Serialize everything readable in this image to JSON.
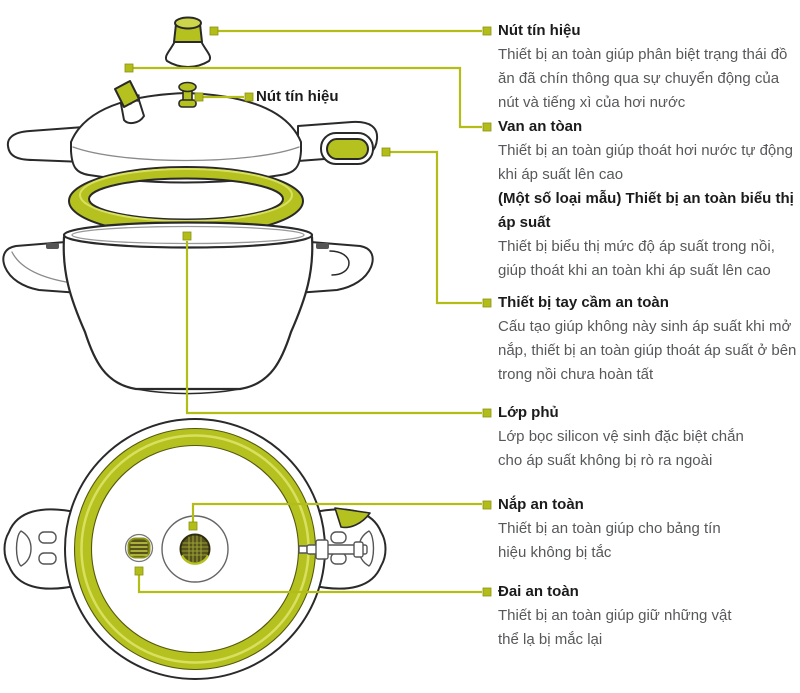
{
  "colors": {
    "accent_green": "#b4c11e",
    "light_green": "#cdd64a",
    "outline": "#2a2a2a",
    "title_text": "#1b1b1b",
    "body_text": "#57585a",
    "cap_olive": "#56531c"
  },
  "inline_label": "Nút tín hiệu",
  "labels": [
    {
      "title": "Nút tín hiệu",
      "desc": [
        "Thiết bị an toàn giúp phân biệt trạng thái đồ",
        "ăn đã chín thông qua sự chuyển động của",
        "nút và tiếng xì của hơi nước"
      ]
    },
    {
      "title": "Van an tòan",
      "desc": [
        "Thiết bị an toàn giúp thoát hơi nước tự động",
        "khi áp suất lên cao"
      ],
      "subtitle": [
        "(Một số loại mẫu) Thiết bị an toàn biểu thị",
        "áp suất"
      ],
      "desc2": [
        "Thiết bị biểu thị mức độ áp suất trong nồi,",
        "giúp thoát khi an toàn khi áp suất lên cao"
      ]
    },
    {
      "title": "Thiết bị tay cầm an toàn",
      "desc": [
        "Cấu tạo giúp không này sinh áp suất khi mở",
        "nắp, thiết bị an toàn giúp thoát áp suất ở bên",
        "trong nồi chưa hoàn tất"
      ]
    },
    {
      "title": "Lớp phủ",
      "desc": [
        "Lớp bọc silicon vệ sinh đặc biệt chắn",
        "cho áp suất không bị rò ra ngoài"
      ]
    },
    {
      "title": "Nắp an toàn",
      "desc": [
        "Thiết bị an toàn giúp cho bảng tín",
        "hiệu không bị tắc"
      ]
    },
    {
      "title": "Đai an toàn",
      "desc": [
        "Thiết bị an toàn giúp giữ những vật",
        "thể lạ bị mắc lại"
      ]
    }
  ]
}
